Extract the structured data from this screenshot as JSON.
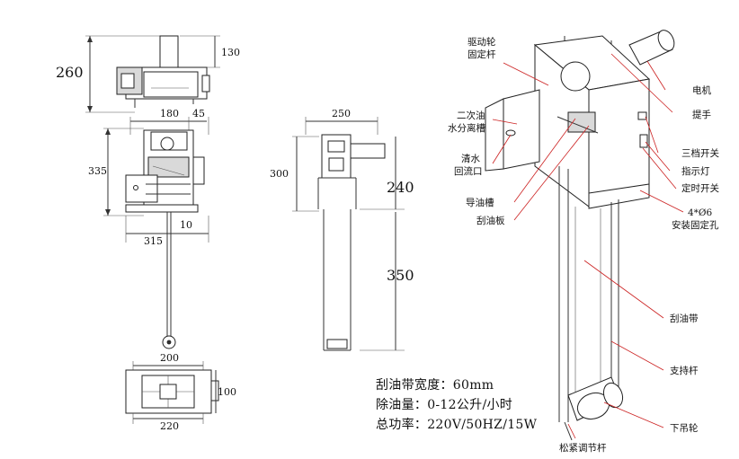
{
  "dimensions": {
    "top_height": "260",
    "top_motor": "130",
    "front_width": "180",
    "front_side": "45",
    "front_height": "335",
    "front_base": "315",
    "front_small": "10",
    "side_width": "250",
    "side_height": "300",
    "side_upper": "240",
    "side_lower": "350",
    "bottom_width": "200",
    "bottom_depth": "100",
    "bottom_base": "220"
  },
  "labels": {
    "drive_wheel": [
      "驱动轮",
      "固定杆"
    ],
    "separator": [
      "二次油",
      "水分离槽"
    ],
    "water_outlet": [
      "清水",
      "回流口"
    ],
    "oil_guide": "导油槽",
    "scraper": "刮油板",
    "motor": "电机",
    "handle": "提手",
    "three_switch": "三档开关",
    "indicator": "指示灯",
    "timer": "定时开关",
    "mount_holes": [
      "4*Ø6",
      "安装固定孔"
    ],
    "belt": "刮油带",
    "support_rod": "支持杆",
    "lower_wheel": "下吊轮",
    "tension_rod": "松紧调节杆"
  },
  "specs": [
    "刮油带宽度：60mm",
    "除油量：0-12公升/小时",
    "总功率：220V/50HZ/15W"
  ]
}
